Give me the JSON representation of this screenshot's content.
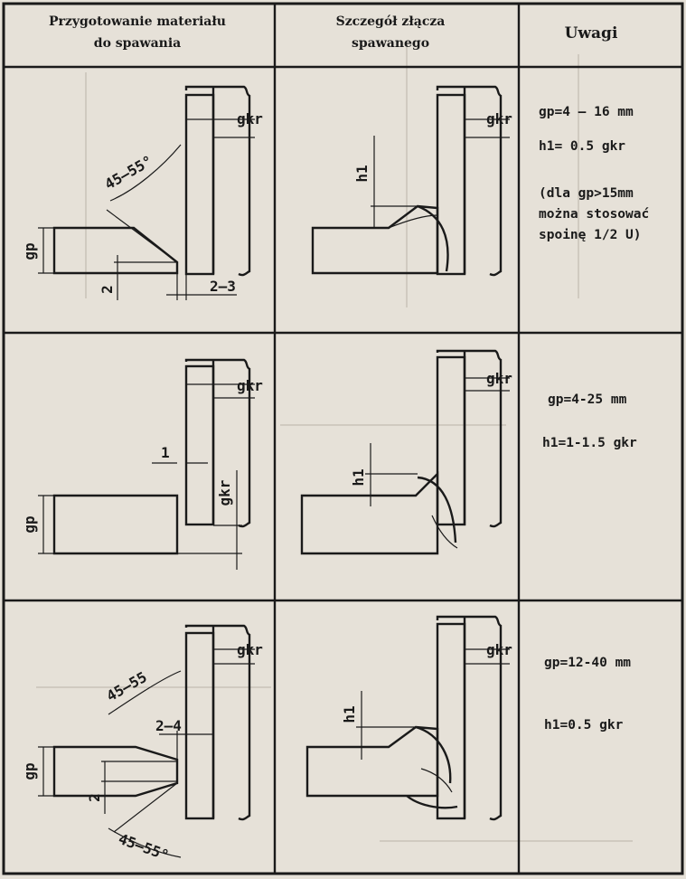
{
  "headers": {
    "col1_line1": "Przygotowanie materiału",
    "col1_line2": "do spawania",
    "col2_line1": "Szczegół złącza",
    "col2_line2": "spawanego",
    "col3": "Uwagi"
  },
  "rows": [
    {
      "prep": {
        "angle": "45–55°",
        "thickness": "gkr",
        "plate": "gp",
        "root_face": "2",
        "gap": "2–3"
      },
      "detail": {
        "thickness": "gkr",
        "h": "h1"
      },
      "notes": [
        "gp=4 – 16 mm",
        "h1= 0.5 gkr",
        "(dla gp>15mm",
        "można stosować",
        "spoinę 1/2 U)"
      ]
    },
    {
      "prep": {
        "thickness": "gkr",
        "plate": "gp",
        "gap": "1",
        "thickness_side": "gkr"
      },
      "detail": {
        "thickness": "gkr",
        "h": "h1"
      },
      "notes": [
        "gp=4-25 mm",
        "h1=1-1.5 gkr"
      ]
    },
    {
      "prep": {
        "angle_top": "45–55",
        "thickness": "gkr",
        "gap": "2–4",
        "plate": "gp",
        "root_face": "2",
        "angle_bottom": "45–55°"
      },
      "detail": {
        "thickness": "gkr",
        "h": "h1"
      },
      "notes": [
        "gp=12-40 mm",
        "h1=0.5 gkr"
      ]
    }
  ]
}
